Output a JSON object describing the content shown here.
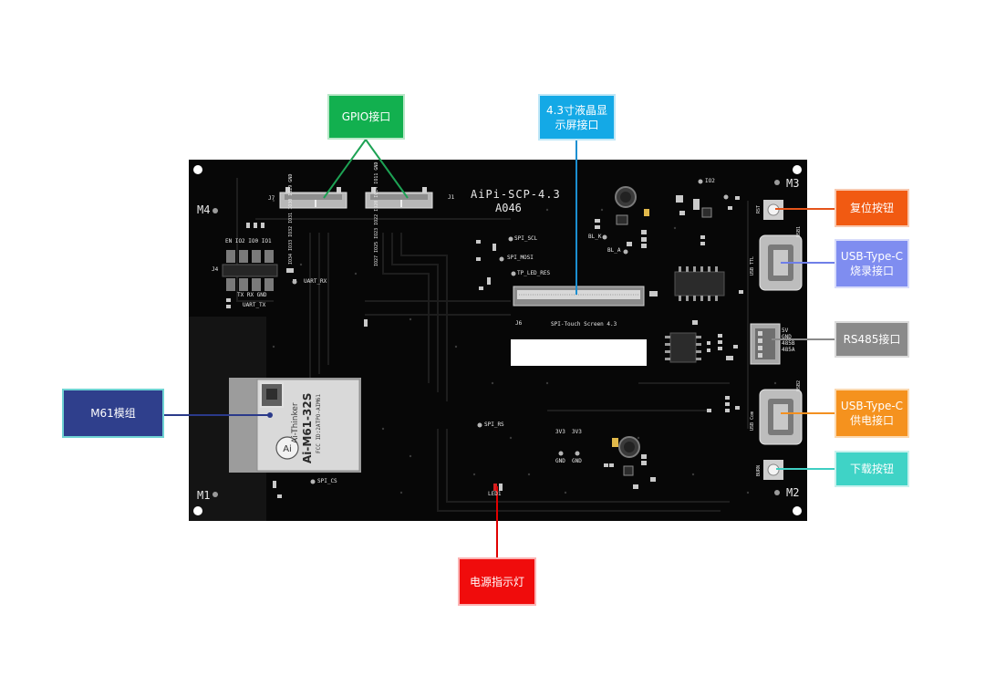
{
  "callouts": {
    "gpio": "GPIO接口",
    "lcd": "4.3寸液晶显\n示屏接口",
    "reset": "复位按钮",
    "usb_burn": "USB-Type-C\n烧录接口",
    "rs485": "RS485接口",
    "usb_power": "USB-Type-C\n供电接口",
    "download": "下载按钮",
    "m61": "M61模组",
    "power_led": "电源指示灯"
  },
  "colors": {
    "gpio": "#12b04f",
    "lcd": "#14a9e6",
    "reset": "#f15a12",
    "usb_burn": "#7f8df0",
    "rs485": "#8a8a8a",
    "usb_power": "#f5921e",
    "download": "#3fd3c6",
    "m61": "#2f3f8c",
    "power_led": "#f00c0c",
    "board": "#070707"
  },
  "board": {
    "title": "AiPi-SCP-4.3",
    "code": "A046",
    "mount_labels": [
      "M4",
      "M3",
      "M1",
      "M2"
    ],
    "connectors": {
      "j7": "J7",
      "j1": "J1",
      "j6": "J6",
      "j4": "J4"
    },
    "j7_pins": "IO34 IO33 IO32 IO31 IO30 IO29 GND",
    "j1_pins": "IO27 IO25 IO23 IO22 IO20 IO14 IO11 GND",
    "lcd_label": "SPI-Touch Screen 4.3",
    "spi": [
      "SPI_SCL",
      "SPI_MOSI",
      "TP_LED_RES",
      "SPI_RS",
      "SPI_CS"
    ],
    "uart": [
      "UART_RX",
      "UART_TX"
    ],
    "header_top": "EN IO2 IO0 IO1",
    "header_bottom": "TX RX GND",
    "rs485_pins": [
      "5V",
      "GND",
      "485B",
      "485A"
    ],
    "usb1": "USB1",
    "usb2": "USB2",
    "usb_ttl": "USB TTL",
    "usb_com": "USB Com",
    "rst": "RST",
    "burn": "BURN",
    "bl": [
      "BL_K",
      "BL_A"
    ],
    "rail": [
      "3V3",
      "GND"
    ],
    "led": "LED1",
    "io2": "IO2",
    "module": {
      "brand": "Ai-Thinker",
      "model": "Ai-M61-32S",
      "fcc": "FCC ID:2ATPO-AIM61"
    }
  }
}
